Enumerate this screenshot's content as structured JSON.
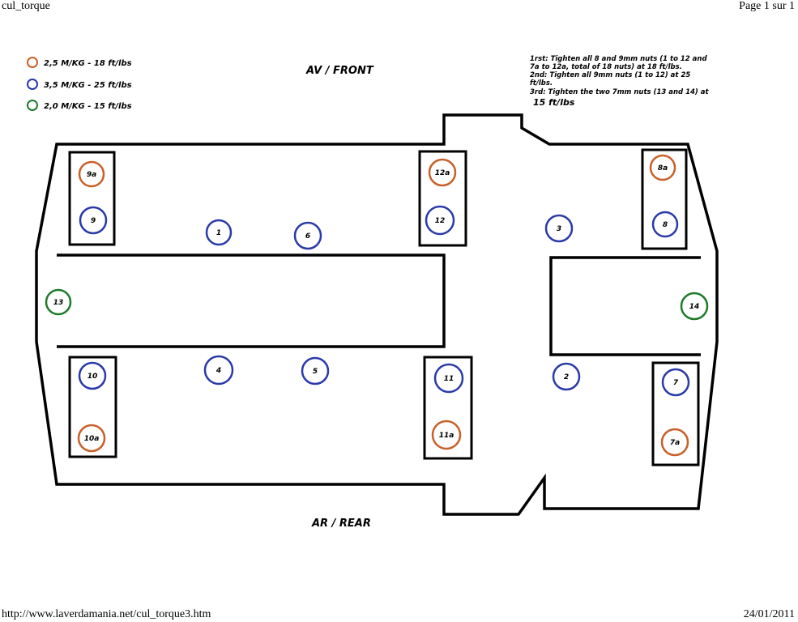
{
  "header": {
    "title": "cul_torque",
    "page": "Page 1 sur 1"
  },
  "footer": {
    "url": "http://www.laverdamania.net/cul_torque3.htm",
    "date": "24/01/2011"
  },
  "legend": [
    {
      "label": "2,5 M/KG - 18 ft/lbs",
      "color": "#c8602a"
    },
    {
      "label": "3,5 M/KG - 25 ft/lbs",
      "color": "#2a3aa8"
    },
    {
      "label": "2,0 M/KG - 15 ft/lbs",
      "color": "#1f7a2a"
    }
  ],
  "labels": {
    "front": "AV / FRONT",
    "rear": "AR / REAR"
  },
  "instructions": {
    "line1": "1rst: Tighten all 8 and 9mm nuts (1 to 12 and",
    "line2": "7a to 12a, total of 18 nuts) at 18 ft/lbs.",
    "line3": "2nd: Tighten all 9mm nuts (1 to 12) at 25",
    "line4": "ft/lbs.",
    "line5": "3rd: Tighten the two 7mm nuts (13 and 14) at",
    "line6": "15 ft/lbs"
  },
  "nuts": [
    {
      "id": "1",
      "color": "blue"
    },
    {
      "id": "2",
      "color": "blue"
    },
    {
      "id": "3",
      "color": "blue"
    },
    {
      "id": "4",
      "color": "blue"
    },
    {
      "id": "5",
      "color": "blue"
    },
    {
      "id": "6",
      "color": "blue"
    },
    {
      "id": "7",
      "color": "blue"
    },
    {
      "id": "8",
      "color": "blue"
    },
    {
      "id": "9",
      "color": "blue"
    },
    {
      "id": "10",
      "color": "blue"
    },
    {
      "id": "11",
      "color": "blue"
    },
    {
      "id": "12",
      "color": "blue"
    },
    {
      "id": "7a",
      "color": "orange"
    },
    {
      "id": "8a",
      "color": "orange"
    },
    {
      "id": "9a",
      "color": "orange"
    },
    {
      "id": "10a",
      "color": "orange"
    },
    {
      "id": "11a",
      "color": "orange"
    },
    {
      "id": "12a",
      "color": "orange"
    },
    {
      "id": "13",
      "color": "green"
    },
    {
      "id": "14",
      "color": "green"
    }
  ]
}
